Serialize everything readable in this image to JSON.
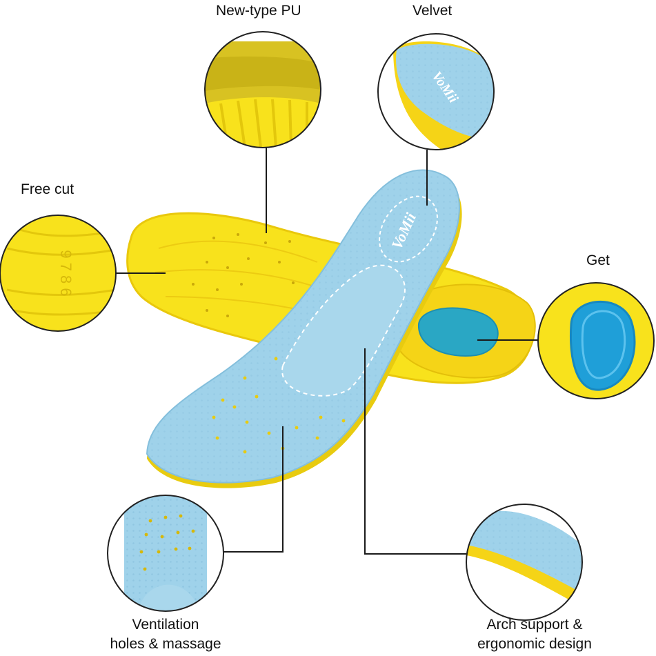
{
  "brand": {
    "logo_text": "VoMii"
  },
  "colors": {
    "pu_yellow": "#f8e21c",
    "pu_yellow_dark": "#e9c80c",
    "velvet_blue": "#9fd2ea",
    "velvet_blue_dark": "#7fbbd8",
    "gel_blue": "#1f9fd8",
    "gel_teal": "#2aa7c4",
    "leader_line": "#1a1a1a",
    "circle_border": "#222222"
  },
  "callouts": {
    "pu": {
      "label": "New-type PU"
    },
    "velvet": {
      "label": "Velvet"
    },
    "free_cut": {
      "label": "Free cut",
      "size_marks": "9 7 8 6"
    },
    "gel": {
      "label": "Get"
    },
    "ventilation": {
      "label_line1": "Ventilation",
      "label_line2": "holes & massage"
    },
    "arch": {
      "label_line1": "Arch support &",
      "label_line2": "ergonomic design"
    }
  }
}
